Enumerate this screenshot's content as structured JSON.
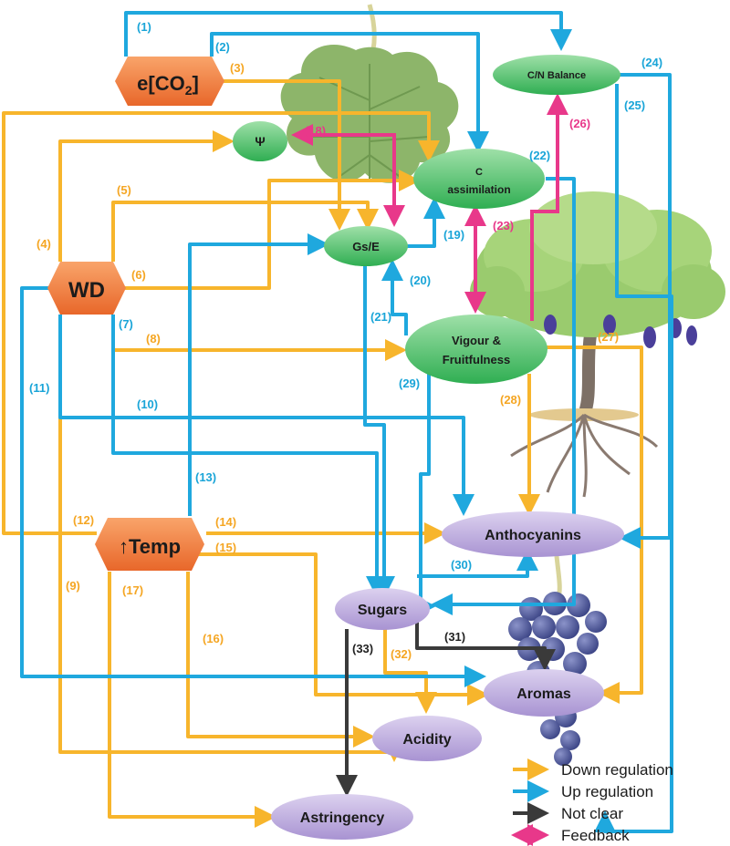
{
  "nodes": {
    "eco2": "e[CO",
    "eco2_sub": "2",
    "eco2_close": "]",
    "wd": "WD",
    "temp": "↑Temp",
    "psi": "Ψ",
    "c_assim_1": "C",
    "c_assim_2": "assimilation",
    "gs": "Gs/E",
    "cn": "C/N Balance",
    "vigour_1": "Vigour &",
    "vigour_2": "Fruitfulness",
    "anthocyanins": "Anthocyanins",
    "sugars": "Sugars",
    "aromas": "Aromas",
    "acidity": "Acidity",
    "astringency": "Astringency"
  },
  "labels": {
    "l1": "(1)",
    "l2": "(2)",
    "l3": "(3)",
    "l4": "(4)",
    "l5": "(5)",
    "l6": "(6)",
    "l7": "(7)",
    "l8": "(8)",
    "l9": "(9)",
    "l10": "(10)",
    "l11": "(11)",
    "l12": "(12)",
    "l13": "(13)",
    "l14": "(14)",
    "l15": "(15)",
    "l16": "(16)",
    "l17": "(17)",
    "l18": "(18)",
    "l19": "(19)",
    "l20": "(20)",
    "l21": "(21)",
    "l22": "(22)",
    "l23": "(23)",
    "l24": "(24)",
    "l25": "(25)",
    "l26": "(26)",
    "l27": "(27)",
    "l28": "(28)",
    "l29": "(29)",
    "l30": "(30)",
    "l31": "(31)",
    "l32": "(32)",
    "l33": "(33)"
  },
  "legend": {
    "down": "Down regulation",
    "up": "Up regulation",
    "unclear": "Not clear",
    "feedback": "Feedback"
  },
  "colors": {
    "down": "#f7b52c",
    "up": "#1fa8de",
    "unclear": "#3a3a3a",
    "feedback": "#e8388a",
    "driver": "#ef7d33",
    "plant_node": "#3fb85f",
    "quality_node": "#b6a6d8"
  }
}
